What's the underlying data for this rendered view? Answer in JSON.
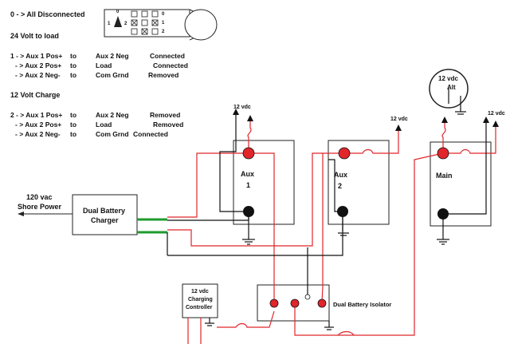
{
  "legend": {
    "line0": "0 - > All Disconnected",
    "heading24": "24 Volt to load",
    "rows24": [
      {
        "a": "1 - > Aux 1 Pos+",
        "b": "to",
        "c": "Aux 2 Neg",
        "d": "Connected"
      },
      {
        "a": "- > Aux 2 Pos+",
        "b": "to",
        "c": "Load",
        "d": "Connected"
      },
      {
        "a": "- > Aux 2 Neg-",
        "b": "to",
        "c": "Com Grnd",
        "d": "Removed"
      }
    ],
    "heading12": "12 Volt Charge",
    "rows12": [
      {
        "a": "2 - > Aux 1 Pos+",
        "b": "to",
        "c": "Aux 2 Neg",
        "d": "Removed"
      },
      {
        "a": "- > Aux 2 Pos+",
        "b": "to",
        "c": "Load",
        "d": "Removed"
      },
      {
        "a": "- > Aux 2 Neg-",
        "b": "to",
        "c": "Com Grnd",
        "d": "Connected"
      }
    ]
  },
  "switch": {
    "pos0": "0",
    "pos1": "1",
    "pos2": "2",
    "left1": "1",
    "left2": "2",
    "top": "0"
  },
  "shore": {
    "line1": "120 vac",
    "line2": "Shore Power"
  },
  "charger": {
    "line1": "Dual Battery",
    "line2": "Charger"
  },
  "batteries": {
    "aux1": {
      "name": "Aux",
      "num": "1"
    },
    "aux2": {
      "name": "Aux",
      "num": "2"
    },
    "main": {
      "name": "Main"
    }
  },
  "labels": {
    "vdc_aux1": "12 vdc",
    "vdc_aux2": "12 vdc",
    "vdc_main": "12 vdc",
    "alt_vdc": "12 vdc",
    "alt": "Alt"
  },
  "controller": {
    "line1": "12 vdc",
    "line2": "Charging",
    "line3": "Controller"
  },
  "isolator": {
    "label": "Dual Battery Isolator"
  },
  "colors": {
    "red": "#e0262b",
    "black": "#111111",
    "green": "#1e9b2e"
  }
}
